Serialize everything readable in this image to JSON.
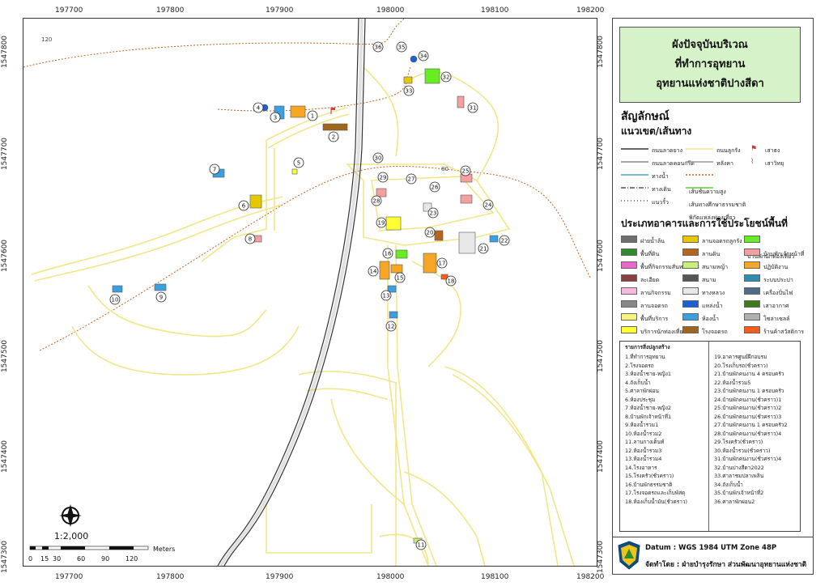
{
  "map": {
    "x_ticks": [
      "197700",
      "197800",
      "197900",
      "198000",
      "198100",
      "198200"
    ],
    "y_ticks": [
      "1547800",
      "1547700",
      "1547600",
      "1547500",
      "1547400",
      "1547300"
    ],
    "contour_label_120": "120",
    "contour_label_80": "80",
    "scale_ratio": "1:2,000",
    "scale_bar_labels": [
      "0",
      "15",
      "30",
      "60",
      "90",
      "120"
    ],
    "scale_unit": "Meters",
    "building_numbers": [
      "1",
      "2",
      "3",
      "4",
      "5",
      "6",
      "7",
      "8",
      "9",
      "10",
      "11",
      "12",
      "13",
      "14",
      "15",
      "16",
      "17",
      "18",
      "19",
      "20",
      "21",
      "22",
      "23",
      "24",
      "25",
      "26",
      "27",
      "28",
      "29",
      "30",
      "31",
      "32",
      "33",
      "34",
      "35",
      "36"
    ]
  },
  "panel": {
    "title_lines": [
      "ผังปัจจุบันบริเวณ",
      "ที่ทำการอุทยาน",
      "อุทยานแห่งชาติปางสีดา"
    ],
    "symbols_title": "สัญลักษณ์",
    "boundary_title": "แนวเขต/เส้นทาง",
    "line_legend": [
      {
        "label": "ถนนลาดยาง",
        "color": "#333333",
        "style": "solid"
      },
      {
        "label": "ถนนลูกรัง",
        "color": "#f0e68c",
        "style": "solid"
      },
      {
        "label": "ถนนลาดคอนกรีต",
        "color": "#888888",
        "style": "solid"
      },
      {
        "label": "หลังคา",
        "color": "#999999",
        "style": "solid"
      },
      {
        "label": "ทางน้ำ",
        "color": "#4aa3c8",
        "style": "solid"
      },
      {
        "label": "เส้นชั้นความสูง",
        "color": "#d2691e",
        "style": "dotted"
      },
      {
        "label": "ทางเดิน",
        "color": "#555555",
        "style": "dashdot"
      },
      {
        "label": "เส้นทางศึกษาธรรมชาติ",
        "color": "#66cc33",
        "style": "solid"
      },
      {
        "label": "แนวรั้ว",
        "color": "#555555",
        "style": "fence"
      },
      {
        "label": "พิกัดแหล่งท่องเที่ยว",
        "color": "#888888",
        "style": "none"
      }
    ],
    "point_legend": [
      {
        "label": "เสาธง",
        "icon": "flag-icon"
      },
      {
        "label": "เสาวิทยุ",
        "icon": "antenna-icon"
      }
    ],
    "landuse_title": "ประเภทอาคารและการใช้ประโยชน์พื้นที่",
    "landuse_legend": [
      {
        "label": "ฝายน้ำล้น",
        "color": "#6e6e6e"
      },
      {
        "label": "ลานจอดรถลูกรัง",
        "color": "#e6c800"
      },
      {
        "label": "บ้านพักนักท่องเที่ยว",
        "color": "#66ee22"
      },
      {
        "label": "พื้นที่ดิน",
        "color": "#2e8b2e"
      },
      {
        "label": "ลานดิน",
        "color": "#b5651d"
      },
      {
        "label": "บ้านพักเจ้าหน้าที่",
        "color": "#f5a0a0"
      },
      {
        "label": "พื้นที่กิจกรรมสันทนาการ",
        "color": "#ee66cc"
      },
      {
        "label": "สนามหญ้า",
        "color": "#c8f078"
      },
      {
        "label": "ปฏิบัติงาน",
        "color": "#f5a623"
      },
      {
        "label": "ละเอียด",
        "color": "#8b4040"
      },
      {
        "label": "สนาม",
        "color": "#555555"
      },
      {
        "label": "ระบบประปา",
        "color": "#2a8fb0"
      },
      {
        "label": "ลานกิจกรรม",
        "color": "#f5b8e0"
      },
      {
        "label": "ทางหลวง",
        "color": "#e8e8e8"
      },
      {
        "label": "เครื่องปั่นไฟ",
        "color": "#4d6e8a"
      },
      {
        "label": "ลานจอดรถ",
        "color": "#888888"
      },
      {
        "label": "แหล่งน้ำ",
        "color": "#1a5fd6"
      },
      {
        "label": "เสาอากาศ",
        "color": "#3d7a1a"
      },
      {
        "label": "พื้นที่บริการ",
        "color": "#f5f57a"
      },
      {
        "label": "ห้องน้ำ",
        "color": "#3aa0e0"
      },
      {
        "label": "โซล่าเซลล์",
        "color": "#b0b0b0"
      },
      {
        "label": "บริการนักท่องเที่ยว",
        "color": "#ffff33"
      },
      {
        "label": "โรงจอดรถ",
        "color": "#a0661e"
      },
      {
        "label": "ร้านค้าสวัสดิการ",
        "color": "#ff5a1a"
      }
    ],
    "list_title": "รายการสิ่งปลูกสร้าง",
    "list_left": [
      "1.ที่ทำการอุทยาน",
      "2.โรงจอดรถ",
      "3.ห้องน้ำชาย-หญิง1",
      "4.ถังเก็บน้ำ",
      "5.ศาลาพักผ่อน",
      "6.ห้องประชุม",
      "7.ห้องน้ำชาย-หญิง2",
      "8.บ้านพักเจ้าหน้าที่1",
      "9.ห้องน้ำรวม1",
      "10.ห้องน้ำรวม2",
      "11.ลานกางเต็นท์",
      "12.ห้องน้ำรวม3",
      "13.ห้องน้ำรวม4",
      "14.โรงอาหาร",
      "15.โรงครัว(ชั่วคราว)",
      "16.บ้านพักธรรมชาติ",
      "17.โรงจอดรถและเก็บพัสดุ",
      "18.ห้องเก็บน้ำมัน(ชั่วคราว)"
    ],
    "list_right": [
      "19.อาคารศูนย์ฝึกอบรม",
      "20.โรงเก็บรถ(ชั่วคราว)",
      "21.บ้านพักคนงาน 4 ครอบครัว",
      "22.ห้องน้ำรวม5",
      "23.บ้านพักคนงาน 1 ครอบครัว",
      "24.บ้านพักคนงาน(ชั่วคราว)1",
      "25.บ้านพักคนงาน(ชั่วคราว)2",
      "26.บ้านพักคนงาน(ชั่วคราว)3",
      "27.บ้านพักคนงาน 1 ครอบครัว2",
      "28.บ้านพักคนงาน(ชั่วคราว)4",
      "29.โรงครัว(ชั่วคราว)",
      "30.ห้องน้ำรวม(ชั่วคราว)",
      "31.บ้านพักคนงาน(ชั่วคราว)4",
      "32.บ้านปางสีดา2022",
      "33.ศาลาชมปลาเพลิน",
      "34.ถังเก็บน้ำ",
      "35.บ้านพักเจ้าหน้าที่2",
      "36.ศาลาพักผ่อน2"
    ],
    "datum_label": "Datum : WGS 1984 UTM Zone 48P",
    "prepared_by": "จัดทำโดย : ฝ่ายบำรุงรักษา ส่วนพัฒนาอุทยานแห่งชาติ"
  }
}
